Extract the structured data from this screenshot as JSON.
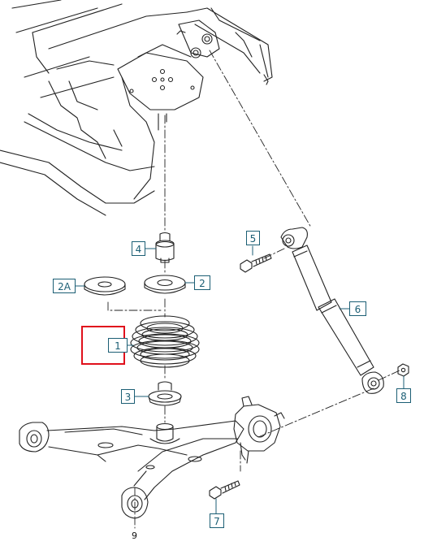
{
  "callouts": {
    "c1": "1",
    "c2": "2",
    "c2a": "2A",
    "c3": "3",
    "c4": "4",
    "c5": "5",
    "c6": "6",
    "c7": "7",
    "c8": "8"
  },
  "bottom_label": "9",
  "colors": {
    "line": "#222222",
    "callout_border": "#1b5e74",
    "highlight": "#e0101c"
  }
}
